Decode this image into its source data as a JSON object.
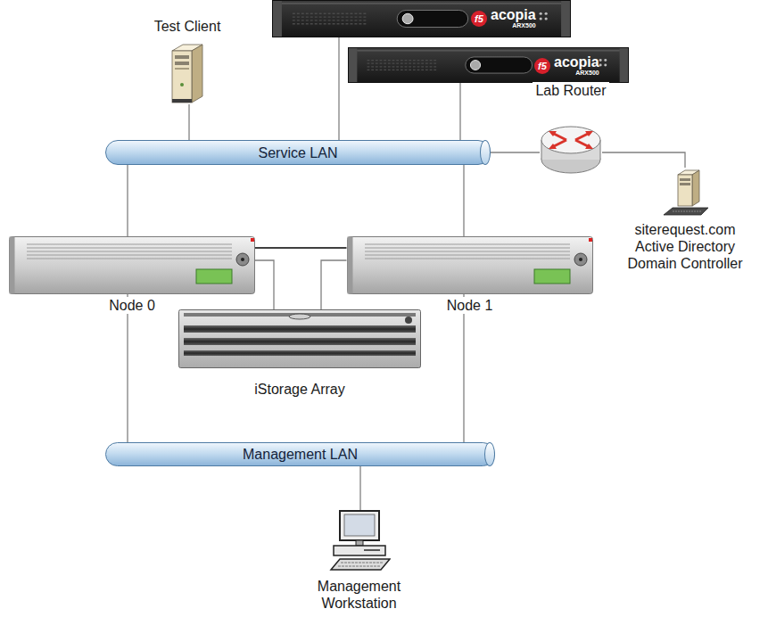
{
  "diagram": {
    "nodes": [
      {
        "text": [
          "Test Client"
        ]
      },
      {
        "text": [
          "f5",
          "acopia",
          "ARX500"
        ]
      },
      {
        "text": [
          "f5",
          "acopia",
          "ARX500"
        ]
      },
      {
        "text": [
          "Service LAN"
        ]
      },
      {
        "text": [
          "Lab Router"
        ]
      },
      {
        "text": [
          "siterequest.com Active Directory Domain Controller"
        ]
      },
      {
        "text": [
          "Node 0"
        ]
      },
      {
        "text": [
          "Node 1"
        ]
      },
      {
        "text": [
          "iStorage Array"
        ]
      },
      {
        "text": [
          "Management LAN"
        ]
      },
      {
        "text": [
          "Management Workstation"
        ]
      }
    ],
    "edges": [
      {
        "from": 0,
        "to": 3,
        "arrow": "none"
      },
      {
        "from": 1,
        "to": 3,
        "arrow": "none"
      },
      {
        "from": 2,
        "to": 3,
        "arrow": "none"
      },
      {
        "from": 3,
        "to": 4,
        "arrow": "none"
      },
      {
        "from": 4,
        "to": 5,
        "arrow": "none"
      },
      {
        "from": 3,
        "to": 6,
        "arrow": "none"
      },
      {
        "from": 3,
        "to": 7,
        "arrow": "none"
      },
      {
        "from": 6,
        "to": 7,
        "arrow": "none"
      },
      {
        "from": 6,
        "to": 8,
        "arrow": "none"
      },
      {
        "from": 7,
        "to": 8,
        "arrow": "none"
      },
      {
        "from": 6,
        "to": 9,
        "arrow": "none"
      },
      {
        "from": 7,
        "to": 9,
        "arrow": "none"
      },
      {
        "from": 9,
        "to": 10,
        "arrow": "none"
      }
    ]
  }
}
